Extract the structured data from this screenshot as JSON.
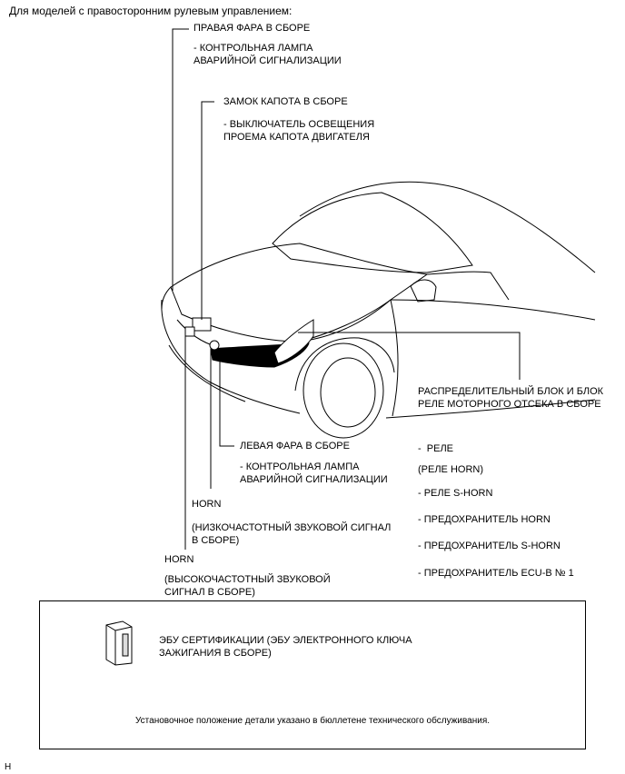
{
  "heading": "Для моделей с правосторонним рулевым управлением:",
  "labels": {
    "right_headlight": "ПРАВАЯ ФАРА В СБОРЕ",
    "right_headlight_sub": "- КОНТРОЛЬНАЯ ЛАМПА\nАВАРИЙНОЙ СИГНАЛИЗАЦИИ",
    "hood_lock": "ЗАМОК КАПОТА В СБОРЕ",
    "hood_lock_sub": "- ВЫКЛЮЧАТЕЛЬ ОСВЕЩЕНИЯ\nПРОЕМА КАПОТА ДВИГАТЕЛЯ",
    "left_headlight": "ЛЕВАЯ ФАРА В СБОРЕ",
    "left_headlight_sub": "- КОНТРОЛЬНАЯ ЛАМПА\nАВАРИЙНОЙ СИГНАЛИЗАЦИИ",
    "horn_low": "HORN",
    "horn_low_sub": "(НИЗКОЧАСТОТНЫЙ ЗВУКОВОЙ СИГНАЛ\nВ СБОРЕ)",
    "horn_high": "HORN",
    "horn_high_sub": "(ВЫСОКОЧАСТОТНЫЙ ЗВУКОВОЙ\nСИГНАЛ В СБОРЕ)",
    "relay_block": "РАСПРЕДЕЛИТЕЛЬНЫЙ БЛОК И БЛОК\nРЕЛЕ МОТОРНОГО ОТСЕКА В СБОРЕ",
    "relay_items": [
      "-  РЕЛЕ",
      "(РЕЛЕ HORN)",
      "- РЕЛЕ S-HORN",
      "- ПРЕДОХРАНИТЕЛЬ HORN",
      "- ПРЕДОХРАНИТЕЛЬ S-HORN",
      "- ПРЕДОХРАНИТЕЛЬ ECU-B № 1"
    ]
  },
  "inset": {
    "ecu_label": "ЭБУ СЕРТИФИКАЦИИ (ЭБУ ЭЛЕКТРОННОГО КЛЮЧА\nЗАЖИГАНИЯ В СБОРЕ)",
    "note": "Установочное положение детали указано в бюллетене технического обслуживания."
  },
  "corner_mark": "H"
}
